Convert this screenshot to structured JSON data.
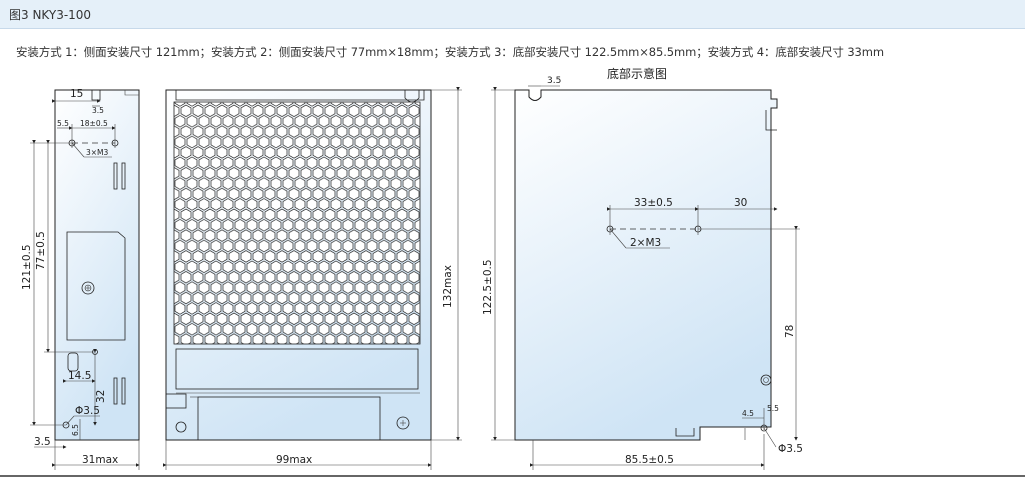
{
  "header": {
    "title": "图3 NKY3-100"
  },
  "description": "安装方式 1：侧面安装尺寸 121mm；安装方式 2：侧面安装尺寸 77mm×18mm；安装方式 3：底部安装尺寸 122.5mm×85.5mm；安装方式 4：底部安装尺寸 33mm",
  "bottom_view": {
    "caption": "底部示意图"
  },
  "dimensions": {
    "side_top_width": "15",
    "side_top_small": "3.5",
    "side_offset": "5.5",
    "side_hole_spacing": "18±0.5",
    "side_screw": "3×M3",
    "side_height_121": "121±0.5",
    "side_height_77": "77±0.5",
    "side_height_32": "32",
    "side_dim_14_5": "14.5",
    "side_hole_dia": "Φ3.5",
    "side_dim_6_5": "6.5",
    "side_bottom_3_5": "3.5",
    "side_width": "31max",
    "front_width": "99max",
    "front_height": "132max",
    "bottom_top_3_5": "3.5",
    "bottom_height": "122.5±0.5",
    "bottom_hole_spacing": "33±0.5",
    "bottom_30": "30",
    "bottom_screw": "2×M3",
    "bottom_78": "78",
    "bottom_4_5": "4.5",
    "bottom_5_5": "5.5",
    "bottom_hole_dia": "Φ3.5",
    "bottom_width": "85.5±0.5"
  },
  "colors": {
    "header_bg": "#e5f0f9",
    "body_fill_top": "#ffffff",
    "body_fill_bottom": "#cfe4f5"
  }
}
